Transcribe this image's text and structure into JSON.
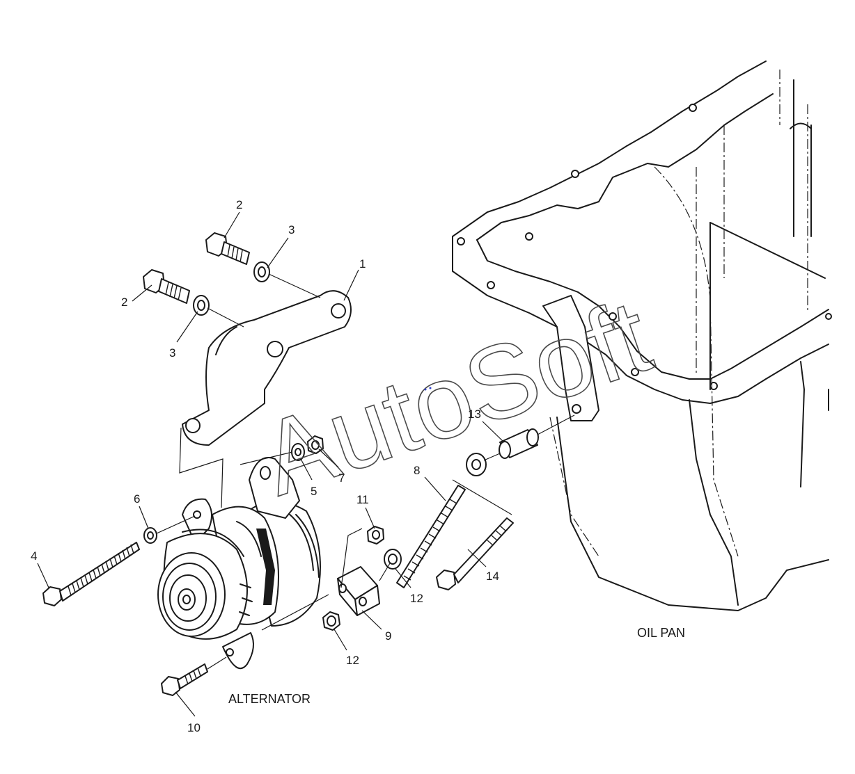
{
  "diagram": {
    "watermark": "AutoSoft",
    "captions": {
      "alternator": "ALTERNATOR",
      "oil_pan": "OIL PAN"
    },
    "callouts": {
      "c1": "1",
      "c2a": "2",
      "c2b": "2",
      "c3a": "3",
      "c3b": "3",
      "c4": "4",
      "c5": "5",
      "c6": "6",
      "c7": "7",
      "c8": "8",
      "c9": "9",
      "c10": "10",
      "c11": "11",
      "c12a": "12",
      "c12b": "12",
      "c13": "13",
      "c14": "14"
    }
  }
}
